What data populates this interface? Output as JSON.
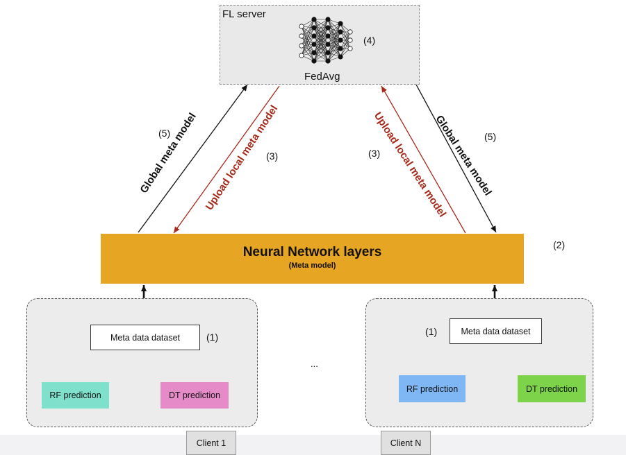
{
  "server": {
    "title": "FL server",
    "algorithm": "FedAvg",
    "step": "(4)"
  },
  "network": {
    "title": "Neural Network layers",
    "subtitle": "(Meta model)",
    "step": "(2)"
  },
  "arrows": {
    "global_left": "Global meta model",
    "global_left_step": "(5)",
    "upload_left": "Upload local meta model",
    "upload_left_step": "(3)",
    "upload_right": "Upload local meta model",
    "upload_right_step": "(3)",
    "global_right": "Global meta model",
    "global_right_step": "(5)"
  },
  "clients": [
    {
      "name": "Client 1",
      "dataset": "Meta data dataset",
      "step": "(1)",
      "predictions": [
        {
          "label": "RF prediction",
          "color": "#7fe0cc"
        },
        {
          "label": "DT prediction",
          "color": "#e58cc8"
        }
      ]
    },
    {
      "name": "Client N",
      "dataset": "Meta data dataset",
      "step": "(1)",
      "predictions": [
        {
          "label": "RF prediction",
          "color": "#7fb7f5"
        },
        {
          "label": "DT prediction",
          "color": "#7dd34a"
        }
      ]
    }
  ],
  "ellipsis": "..."
}
